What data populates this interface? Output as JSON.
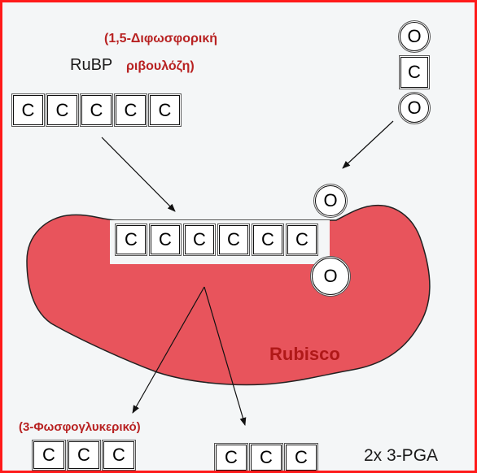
{
  "labels": {
    "rubp_full_name": "(1,5-Διφωσφορική",
    "rubp_abbrev": "RuBP",
    "rubp_suffix": "ριβουλόζη)",
    "enzyme": "Rubisco",
    "product_name": "(3-Φωσφογλυκερικό)",
    "product_count": "2x 3-PGA"
  },
  "atoms": {
    "carbon": "C",
    "oxygen": "O"
  },
  "colors": {
    "enzyme_fill": "#e8545c",
    "enzyme_label": "#b01818",
    "red_label": "#b82222",
    "frame_border": "#ff1a1a"
  }
}
